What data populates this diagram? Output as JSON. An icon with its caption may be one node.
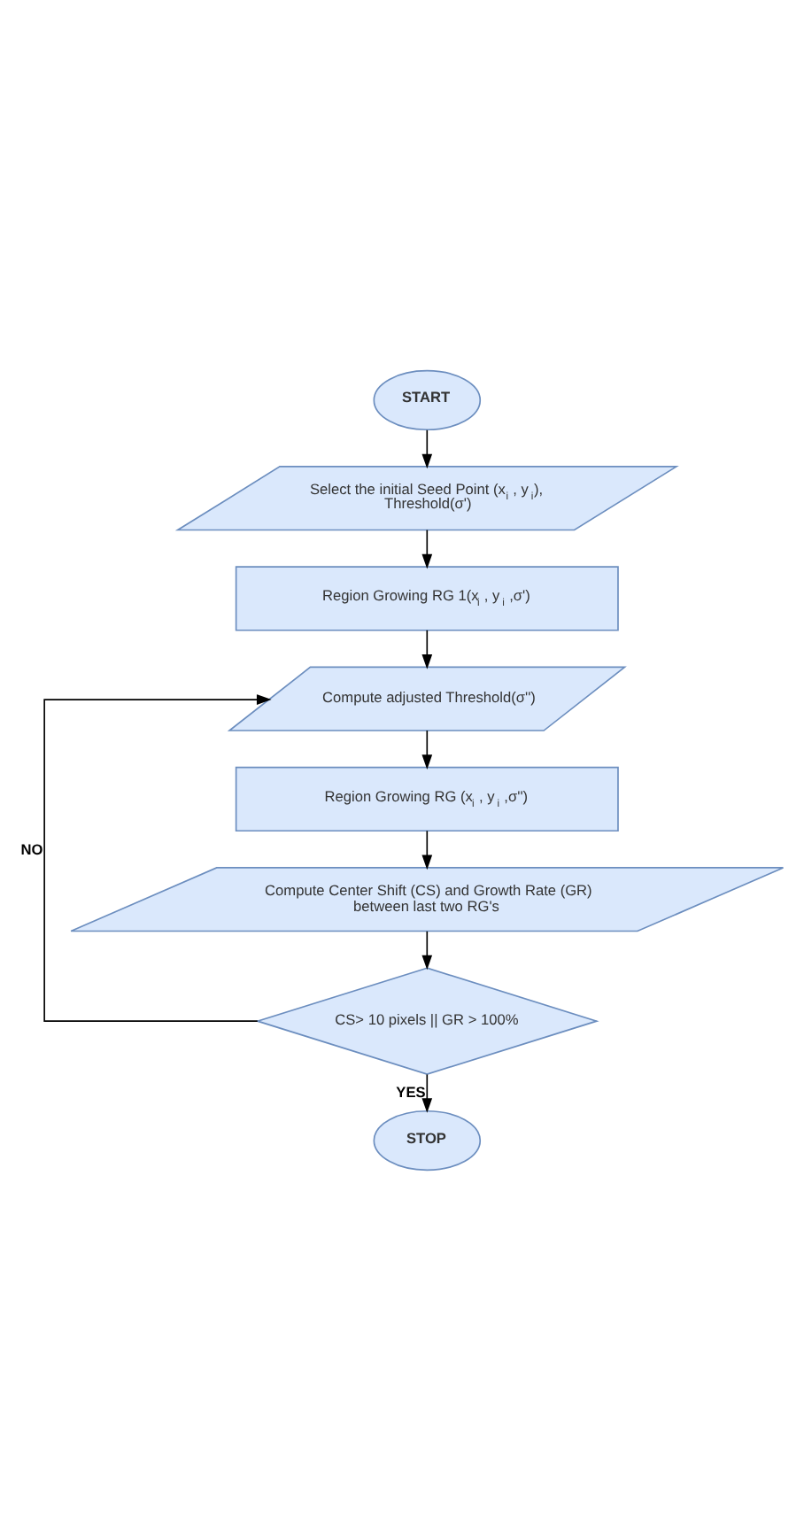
{
  "diagram": {
    "nodes": [
      {
        "text": [
          "START"
        ]
      },
      {
        "text": [
          "Select the initial Seed Point (x$_{i}$ , y$_{i}$), Threshold(σ')"
        ]
      },
      {
        "text": [
          "Region Growing RG 1(x$_{i}$ , y$_{i}$ ,σ')"
        ]
      },
      {
        "text": [
          "Compute adjusted Threshold(σ'')"
        ]
      },
      {
        "text": [
          "Region Growing RG (x$_{i}$ , y$_{i}$ ,σ'')"
        ]
      },
      {
        "text": [
          "Compute Center Shift (CS) and Growth Rate (GR) between last two RG's"
        ]
      },
      {
        "text": [
          "CS> 10 pixels || GR > 100%"
        ]
      },
      {
        "text": [
          "STOP"
        ]
      }
    ],
    "edges": [
      {
        "from": 0,
        "to": 1,
        "arrow": "to"
      },
      {
        "from": 1,
        "to": 2,
        "arrow": "to"
      },
      {
        "from": 2,
        "to": 3,
        "arrow": "to"
      },
      {
        "from": 3,
        "to": 4,
        "arrow": "to"
      },
      {
        "from": 4,
        "to": 5,
        "arrow": "to"
      },
      {
        "from": 5,
        "to": 6,
        "arrow": "to"
      },
      {
        "from": 6,
        "to": 3,
        "arrow": "to",
        "label": "NO"
      },
      {
        "from": 6,
        "to": 7,
        "arrow": "to",
        "label": "YES"
      }
    ]
  }
}
